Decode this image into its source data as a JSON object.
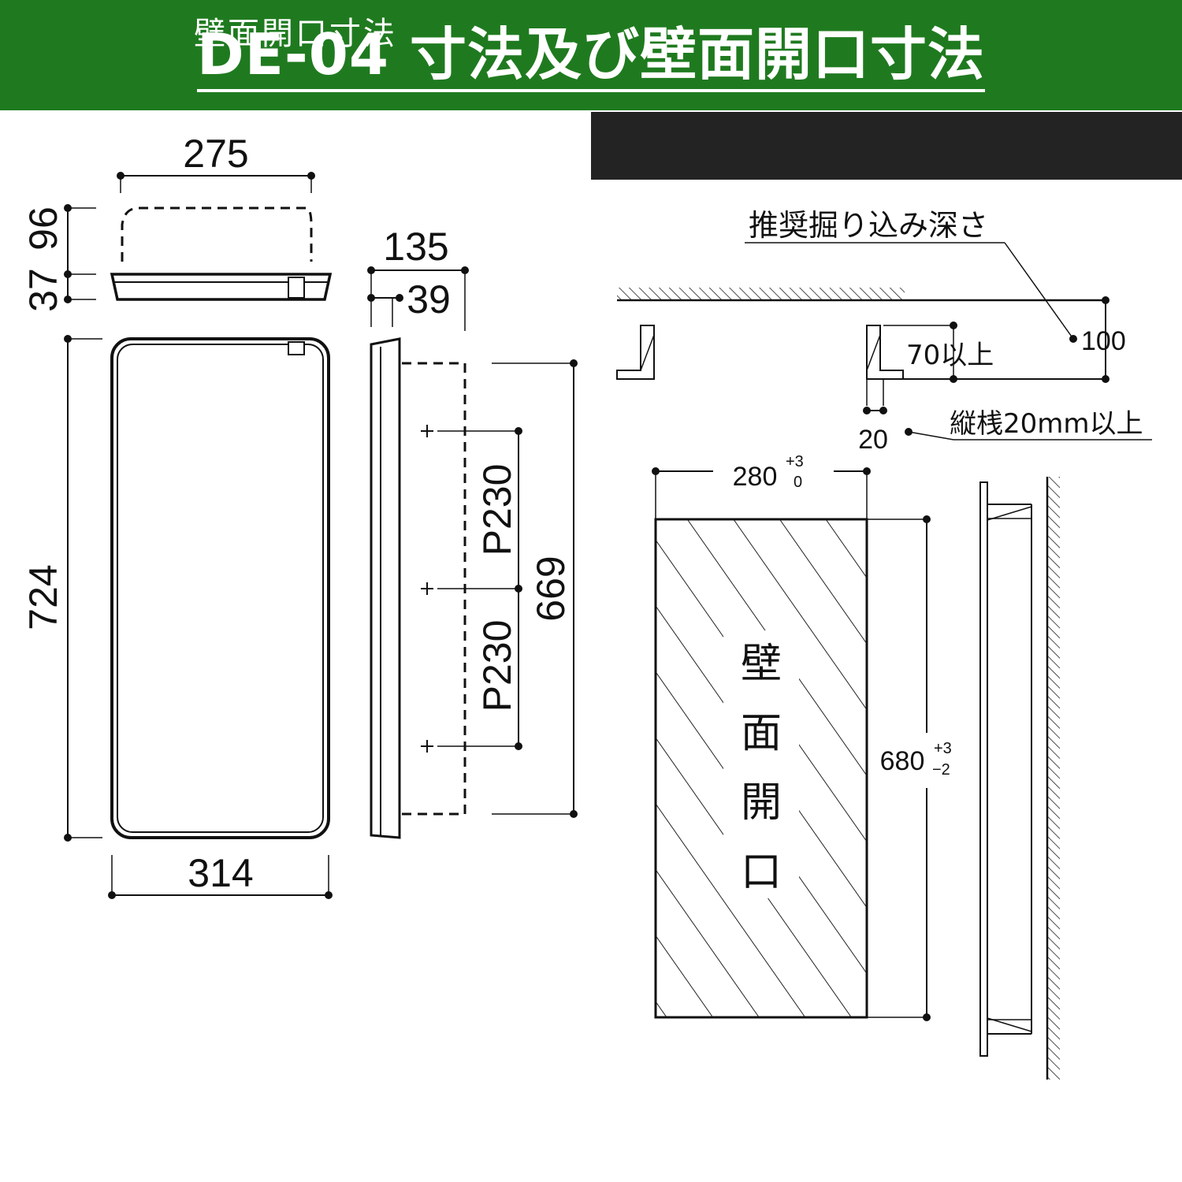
{
  "header": {
    "title": "DE-04 寸法及び壁面開口寸法",
    "section_title": "壁面開口寸法",
    "colors": {
      "banner": "#1f7a1f",
      "section_bar": "#232323",
      "text": "#ffffff"
    }
  },
  "product_views": {
    "top_width": "275",
    "top_depth": "96",
    "top_flange": "37",
    "front_height": "724",
    "front_width": "314",
    "side_depth": "135",
    "side_flange": "39",
    "side_body_height": "669",
    "pitch_1": "P230",
    "pitch_2": "P230"
  },
  "opening_views": {
    "depth_label": "推奨掘り込み深さ",
    "depth_value": "100",
    "clearance_label": "70以上",
    "stud_label": "縦桟20mm以上",
    "stud_value": "20",
    "opening_width": "280",
    "opening_width_tol_upper": "+3",
    "opening_width_tol_lower": "0",
    "opening_height": "680",
    "opening_height_tol_upper": "+3",
    "opening_height_tol_lower": "−2",
    "opening_label_chars": [
      "壁",
      "面",
      "開",
      "口"
    ]
  }
}
